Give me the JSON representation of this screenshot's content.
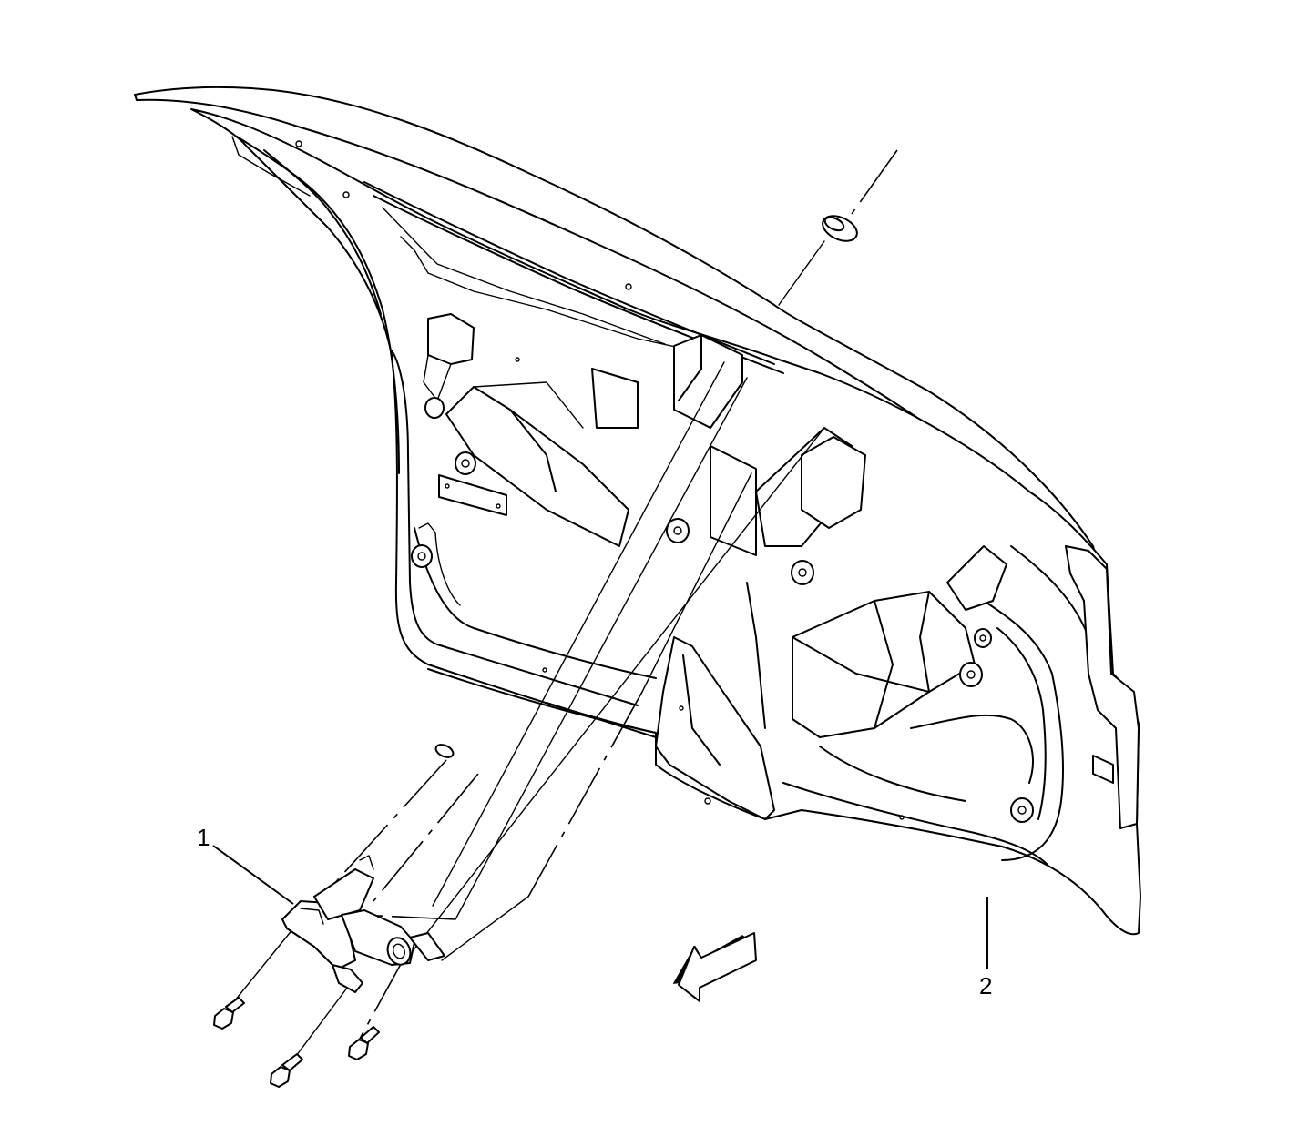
{
  "callouts": [
    {
      "id": "1",
      "label": "1"
    },
    {
      "id": "2",
      "label": "2"
    }
  ],
  "colors": {
    "line": "#000000",
    "background": "#ffffff",
    "arrow_fill": "#000000"
  },
  "icons": {
    "direction_arrow": "front-direction-arrow-icon"
  }
}
